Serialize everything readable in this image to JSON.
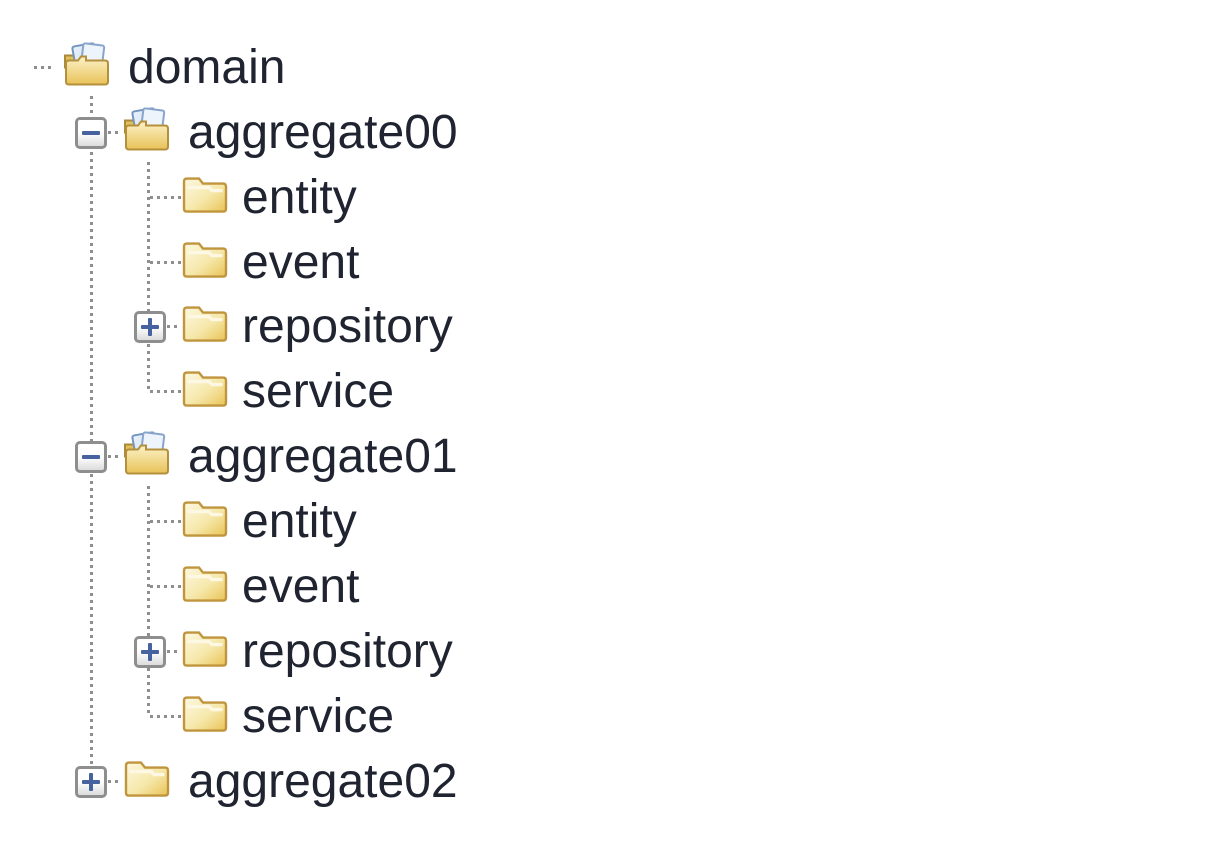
{
  "window": {
    "background_color": "#ffffff",
    "description": "Expanded folder tree view of a domain package structure"
  },
  "colors": {
    "label_text": "#1f2430",
    "connector_dots": "#8f8f8f",
    "toggle_border": "#8e8e8e",
    "toggle_glyph_blue": "#47639f",
    "folder_border": "#c0953d",
    "folder_body_light": "#fcf5d5",
    "folder_body_gold": "#ecc75f",
    "paper_blue_fill": "#d3e3f4",
    "paper_blue_stroke": "#7494c0"
  },
  "icons": {
    "open_folder": "open-folder-with-documents-icon",
    "closed_folder": "closed-folder-icon",
    "collapse": "minus-box-icon",
    "expand": "plus-box-icon"
  },
  "tree": {
    "rows": [
      {
        "label": "domain",
        "level": 0,
        "icon": "folder-open",
        "toggle": "none",
        "expanded": true
      },
      {
        "label": "aggregate00",
        "level": 1,
        "icon": "folder-open",
        "toggle": "minus",
        "expanded": true
      },
      {
        "label": "entity",
        "level": 2,
        "icon": "folder-closed",
        "toggle": "none",
        "expanded": false
      },
      {
        "label": "event",
        "level": 2,
        "icon": "folder-closed",
        "toggle": "none",
        "expanded": false
      },
      {
        "label": "repository",
        "level": 2,
        "icon": "folder-closed",
        "toggle": "plus",
        "expanded": false
      },
      {
        "label": "service",
        "level": 2,
        "icon": "folder-closed",
        "toggle": "none",
        "expanded": false
      },
      {
        "label": "aggregate01",
        "level": 1,
        "icon": "folder-open",
        "toggle": "minus",
        "expanded": true
      },
      {
        "label": "entity",
        "level": 2,
        "icon": "folder-closed",
        "toggle": "none",
        "expanded": false
      },
      {
        "label": "event",
        "level": 2,
        "icon": "folder-closed",
        "toggle": "none",
        "expanded": false
      },
      {
        "label": "repository",
        "level": 2,
        "icon": "folder-closed",
        "toggle": "plus",
        "expanded": false
      },
      {
        "label": "service",
        "level": 2,
        "icon": "folder-closed",
        "toggle": "none",
        "expanded": false
      },
      {
        "label": "aggregate02",
        "level": 1,
        "icon": "folder-closed",
        "toggle": "plus",
        "expanded": false
      }
    ]
  }
}
